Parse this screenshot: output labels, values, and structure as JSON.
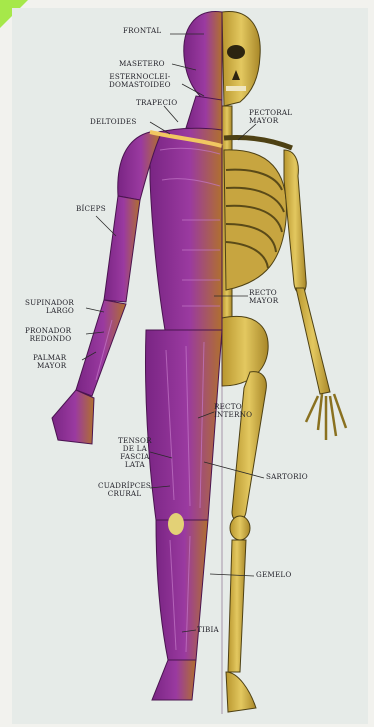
{
  "plate": {
    "colors": {
      "background": "#e6ebe8",
      "muscle": "#8e2f96",
      "muscle_light": "#b05ab4",
      "bone": "#d4b54a",
      "bone_dark": "#6b5a1e",
      "label_ink": "#23222a",
      "corner_mark": "#a6e84a"
    },
    "labels": {
      "frontal": "FRONTAL",
      "masetero": "MASETERO",
      "esternocleidomastoideo": "ESTERNOCLEI-\nDOMASTOIDEO",
      "trapecio": "TRAPECIO",
      "deltoides": "DELTOIDES",
      "pectoral_mayor": "PECTORAL\nMAYOR",
      "biceps": "BÍCEPS",
      "supinador_largo": "SUPINADOR\nLARGO",
      "pronador_redondo": "PRONADOR\nREDONDO",
      "palmar_mayor": "PALMAR\nMAYOR",
      "recto_mayor": "RECTO\nMAYOR",
      "recto_interno": "RECTO\nINTERNO",
      "tensor_fascia_lata": "TENSOR\nDE LA\nFASCIA\nLATA",
      "sartorio": "SARTORIO",
      "cuadriceps_crural": "CUADRÍPCES\nCRURAL",
      "gemelo": "GEMELO",
      "tibia": "TIBIA"
    }
  }
}
